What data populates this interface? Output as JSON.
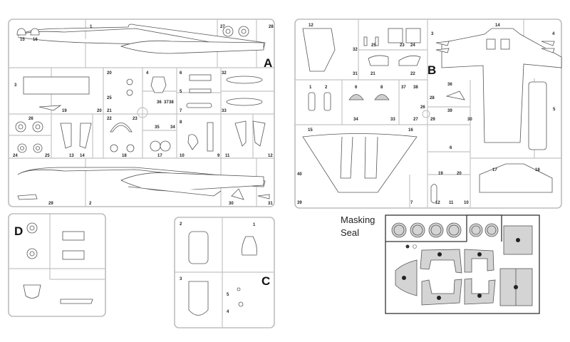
{
  "sprues": {
    "A": {
      "letter": "A",
      "parts": [
        "15",
        "16",
        "1",
        "27",
        "28",
        "3",
        "19",
        "20",
        "20",
        "25",
        "21",
        "4",
        "36",
        "37",
        "38",
        "6",
        "5",
        "7",
        "32",
        "33",
        "26",
        "24",
        "25",
        "13",
        "14",
        "22",
        "23",
        "35",
        "34",
        "18",
        "17",
        "8",
        "10",
        "9",
        "11",
        "12",
        "29",
        "2",
        "30",
        "31"
      ]
    },
    "B": {
      "letter": "B",
      "parts": [
        "12",
        "25",
        "23",
        "24",
        "3",
        "14",
        "4",
        "32",
        "31",
        "21",
        "22",
        "1",
        "2",
        "6",
        "8",
        "37",
        "38",
        "36",
        "5",
        "28",
        "26",
        "39",
        "34",
        "33",
        "27",
        "29",
        "30",
        "15",
        "16",
        "6",
        "19",
        "20",
        "17",
        "18",
        "40",
        "39",
        "7",
        "12",
        "11",
        "10"
      ]
    },
    "C": {
      "letter": "C",
      "parts": [
        "2",
        "1",
        "3",
        "5",
        "4"
      ]
    },
    "D": {
      "letter": "D",
      "parts": []
    }
  },
  "masking": {
    "line1": "Masking",
    "line2": "Seal"
  }
}
